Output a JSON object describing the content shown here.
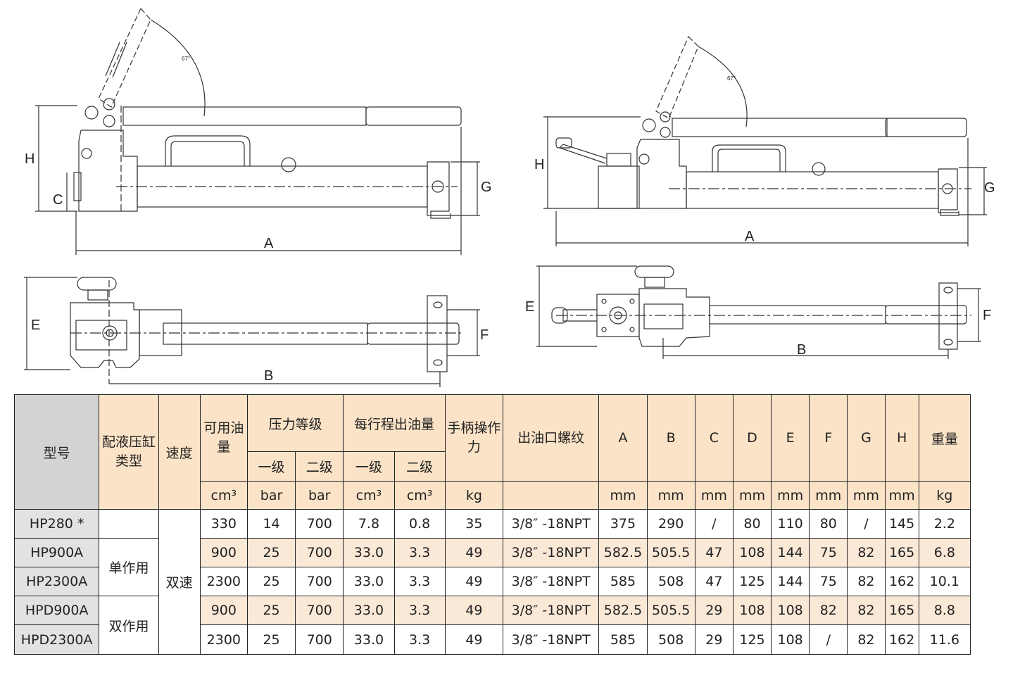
{
  "drawing_labels": {
    "top_left": {
      "H": "H",
      "C": "C",
      "G": "G",
      "A": "A",
      "angle": "67°"
    },
    "top_right": {
      "H": "H",
      "G": "G",
      "A": "A",
      "angle": "67°"
    },
    "bottom_left": {
      "E": "E",
      "F": "F",
      "B": "B"
    },
    "bottom_right": {
      "E": "E",
      "F": "F",
      "B": "B"
    }
  },
  "table": {
    "headers": {
      "model": "型号",
      "cylinder_type": "配液压缸类型",
      "speed": "速度",
      "capacity": "可用油量",
      "pressure": "压力等级",
      "pressure_stage1": "一级",
      "pressure_stage2": "二级",
      "displacement": "每行程出油量",
      "disp_stage1": "一级",
      "disp_stage2": "二级",
      "handle_force": "手柄操作力",
      "outlet_thread": "出油口螺纹",
      "A": "A",
      "B": "B",
      "C": "C",
      "D": "D",
      "E": "E",
      "F": "F",
      "G": "G",
      "H": "H",
      "weight": "重量"
    },
    "units": {
      "capacity": "cm³",
      "p1": "bar",
      "p2": "bar",
      "d1": "cm³",
      "d2": "cm³",
      "force": "kg",
      "thread": "",
      "A": "mm",
      "B": "mm",
      "C": "mm",
      "D": "mm",
      "E": "mm",
      "F": "mm",
      "G": "mm",
      "H": "mm",
      "weight": "kg"
    },
    "groups": {
      "single_acting": "单作用",
      "double_acting": "双作用",
      "two_speed": "双速"
    },
    "rows": [
      {
        "model": "HP280 *",
        "capacity": "330",
        "p1": "14",
        "p2": "700",
        "d1": "7.8",
        "d2": "0.8",
        "force": "35",
        "thread": "3/8″ -18NPT",
        "A": "375",
        "B": "290",
        "C": "/",
        "D": "80",
        "E": "110",
        "F": "80",
        "G": "/",
        "H": "145",
        "weight": "2.2"
      },
      {
        "model": "HP900A",
        "capacity": "900",
        "p1": "25",
        "p2": "700",
        "d1": "33.0",
        "d2": "3.3",
        "force": "49",
        "thread": "3/8″ -18NPT",
        "A": "582.5",
        "B": "505.5",
        "C": "47",
        "D": "108",
        "E": "144",
        "F": "75",
        "G": "82",
        "H": "165",
        "weight": "6.8"
      },
      {
        "model": "HP2300A",
        "capacity": "2300",
        "p1": "25",
        "p2": "700",
        "d1": "33.0",
        "d2": "3.3",
        "force": "49",
        "thread": "3/8″ -18NPT",
        "A": "585",
        "B": "508",
        "C": "47",
        "D": "125",
        "E": "144",
        "F": "75",
        "G": "82",
        "H": "162",
        "weight": "10.1"
      },
      {
        "model": "HPD900A",
        "capacity": "900",
        "p1": "25",
        "p2": "700",
        "d1": "33.0",
        "d2": "3.3",
        "force": "49",
        "thread": "3/8″ -18NPT",
        "A": "582.5",
        "B": "505.5",
        "C": "29",
        "D": "108",
        "E": "108",
        "F": "82",
        "G": "82",
        "H": "165",
        "weight": "8.8"
      },
      {
        "model": "HPD2300A",
        "capacity": "2300",
        "p1": "25",
        "p2": "700",
        "d1": "33.0",
        "d2": "3.3",
        "force": "49",
        "thread": "3/8″ -18NPT",
        "A": "585",
        "B": "508",
        "C": "29",
        "D": "125",
        "E": "108",
        "F": "/",
        "G": "82",
        "H": "162",
        "weight": "11.6"
      }
    ]
  }
}
